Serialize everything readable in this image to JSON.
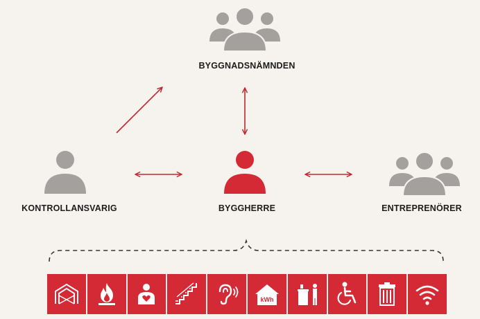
{
  "nodes": {
    "byggnadsnamnden": "BYGGNADSNÄMNDEN",
    "kontrollansvarig": "KONTROLLANSVARIG",
    "byggherre": "BYGGHERRE",
    "entreprenorer": "ENTREPRENÖRER"
  },
  "colors": {
    "accent": "#d42a35",
    "person_gray": "#a3a09d",
    "background": "#f6f3ee",
    "text": "#1c1c1c"
  },
  "icons": {
    "energy_label": "kWh",
    "tiles": [
      "building-frame-icon",
      "fire-icon",
      "first-aid-icon",
      "stairs-icon",
      "hearing-icon",
      "energy-kwh-icon",
      "waste-sorting-icon",
      "wheelchair-icon",
      "recycling-bin-icon",
      "wifi-icon"
    ]
  }
}
